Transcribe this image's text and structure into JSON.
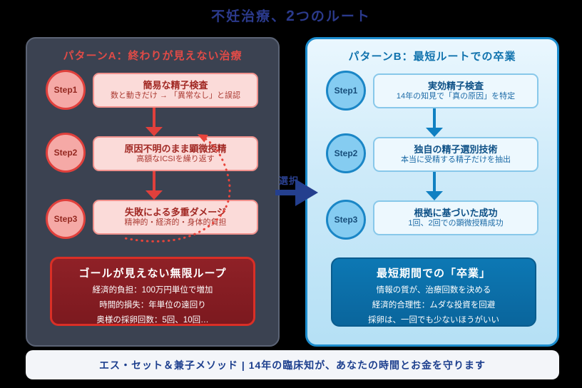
{
  "title": {
    "pre": "不妊治療、",
    "num": "2",
    "post": "つのルート"
  },
  "transition": {
    "label": "選択"
  },
  "footer": {
    "text": "エス・セット＆兼子メソッド | 14年の臨床知が、あなたの時間とお金を守ります"
  },
  "panel_a": {
    "header": "パターンA：終わりが見えない治療",
    "steps": [
      {
        "label": "Step1",
        "title": "簡易な精子検査",
        "desc": "数と動きだけ → 「異常なし」と誤認"
      },
      {
        "label": "Step2",
        "title": "原因不明のまま顕微授精",
        "desc": "高額なICSIを繰り返す"
      },
      {
        "label": "Step3",
        "title": "失敗による多重ダメージ",
        "desc": "精神的・経済的・身体的負担"
      }
    ],
    "summary": {
      "title": "ゴールが見えない無限ループ",
      "lines": [
        "経済的負担：100万円単位で増加",
        "時間的損失：年単位の遠回り",
        "奥様の採卵回数：5回、10回…"
      ]
    }
  },
  "panel_b": {
    "header": "パターンB：最短ルートでの卒業",
    "steps": [
      {
        "label": "Step1",
        "title": "実効精子検査",
        "desc": "14年の知見で「真の原因」を特定"
      },
      {
        "label": "Step2",
        "title": "独自の精子選別技術",
        "desc": "本当に受精する精子だけを抽出"
      },
      {
        "label": "Step3",
        "title": "根拠に基づいた成功",
        "desc": "1回、2回での顕微授精成功"
      }
    ],
    "summary": {
      "title": "最短期間での「卒業」",
      "lines": [
        "情報の質が、治療回数を決める",
        "経済的合理性：ムダな投資を回避",
        "採卵は、一回でも少ないほうがいい"
      ]
    }
  },
  "colors": {
    "background": "#000000",
    "title_navy": "#2b3a8c",
    "panel_a_bg": "#3b4251",
    "panel_a_accent": "#e0403c",
    "panel_a_box_bg": "#fbdbd9",
    "panel_b_border": "#1c8ccd",
    "panel_b_accent": "#1080c2",
    "loop_box_bg": "#8f2127",
    "graduate_box_bg": "#0d78b4",
    "transition_navy": "#243f8e",
    "footer_bg": "#f3f5f9"
  }
}
